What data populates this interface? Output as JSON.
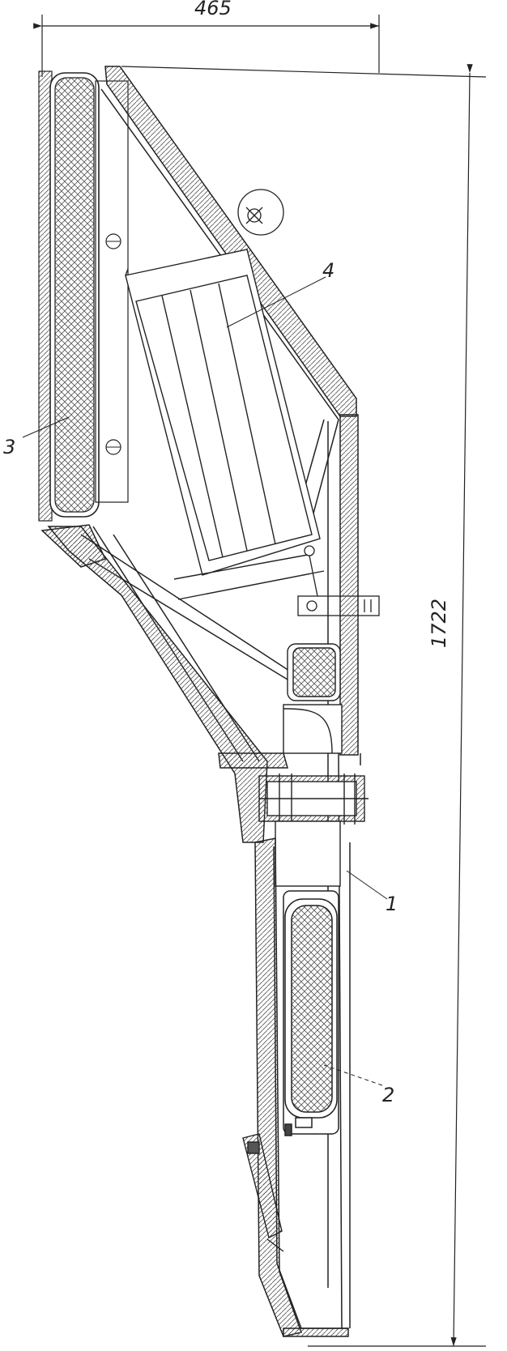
{
  "dimensions": {
    "width_label": "465",
    "height_label": "1722"
  },
  "callouts": [
    {
      "label": "1"
    },
    {
      "label": "2"
    },
    {
      "label": "3"
    },
    {
      "label": "4"
    }
  ],
  "colors": {
    "ink": "#2a2a2a",
    "hatch": "#555555",
    "paper": "#ffffff"
  }
}
